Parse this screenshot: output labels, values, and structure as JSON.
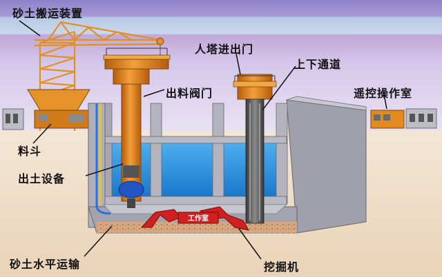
{
  "labels": {
    "conveyor": "砂土搬运装置",
    "tower_door": "人塔进出门",
    "passage": "上下通道",
    "gate": "出料阀门",
    "control_room": "遥控操作室",
    "hopper": "料斗",
    "excavation_equipment": "出土设备",
    "horizontal_transport": "砂土水平运输",
    "excavator": "挖掘机",
    "work_room": "工作室"
  },
  "colors": {
    "sky_top": "#9b8fd0",
    "sky_band": "#b6c9e6",
    "water": "#2b8fe0",
    "concrete": "#a8a8b4",
    "structure_orange": "#e38a1e",
    "soil": "#d9b08c",
    "excavator_red": "#d21f1f"
  }
}
